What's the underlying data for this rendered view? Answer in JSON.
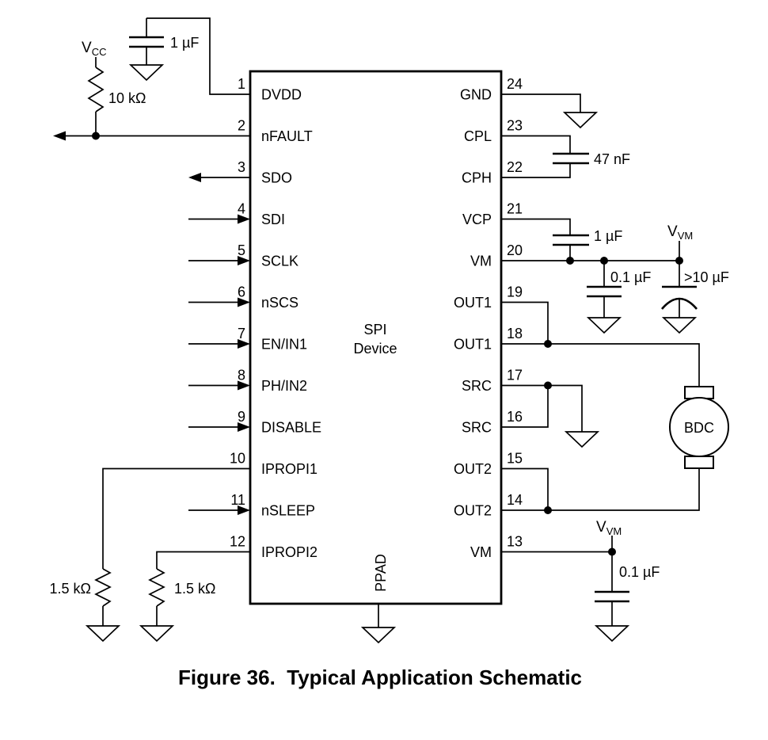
{
  "figure_caption": "Figure 36.  Typical Application Schematic",
  "colors": {
    "ink": "#000000",
    "background": "#ffffff"
  },
  "ic": {
    "title_line1": "SPI",
    "title_line2": "Device",
    "ppad_label": "PPAD"
  },
  "left_pins": [
    {
      "num": "1",
      "name": "DVDD"
    },
    {
      "num": "2",
      "name": "nFAULT"
    },
    {
      "num": "3",
      "name": "SDO"
    },
    {
      "num": "4",
      "name": "SDI"
    },
    {
      "num": "5",
      "name": "SCLK"
    },
    {
      "num": "6",
      "name": "nSCS"
    },
    {
      "num": "7",
      "name": "EN/IN1"
    },
    {
      "num": "8",
      "name": "PH/IN2"
    },
    {
      "num": "9",
      "name": "DISABLE"
    },
    {
      "num": "10",
      "name": "IPROPI1"
    },
    {
      "num": "11",
      "name": "nSLEEP"
    },
    {
      "num": "12",
      "name": "IPROPI2"
    }
  ],
  "right_pins": [
    {
      "num": "24",
      "name": "GND"
    },
    {
      "num": "23",
      "name": "CPL"
    },
    {
      "num": "22",
      "name": "CPH"
    },
    {
      "num": "21",
      "name": "VCP"
    },
    {
      "num": "20",
      "name": "VM"
    },
    {
      "num": "19",
      "name": "OUT1"
    },
    {
      "num": "18",
      "name": "OUT1"
    },
    {
      "num": "17",
      "name": "SRC"
    },
    {
      "num": "16",
      "name": "SRC"
    },
    {
      "num": "15",
      "name": "OUT2"
    },
    {
      "num": "14",
      "name": "OUT2"
    },
    {
      "num": "13",
      "name": "VM"
    }
  ],
  "components": {
    "vcc_rail": {
      "main": "V",
      "sub": "CC"
    },
    "vcc_pullup_res": "10 kΩ",
    "dvdd_cap": "1 µF",
    "cp_cap": "47 nF",
    "vcp_cap": "1 µF",
    "vvm_rail_top": {
      "main": "V",
      "sub": "VM"
    },
    "vm_bypass_cap": "0.1 µF",
    "vm_bulk_cap": ">10 µF",
    "motor": "BDC",
    "ipropi1_res": "1.5 kΩ",
    "ipropi2_res": "1.5 kΩ",
    "vvm_rail_bottom": {
      "main": "V",
      "sub": "VM"
    },
    "vm2_bypass_cap": "0.1 µF"
  }
}
